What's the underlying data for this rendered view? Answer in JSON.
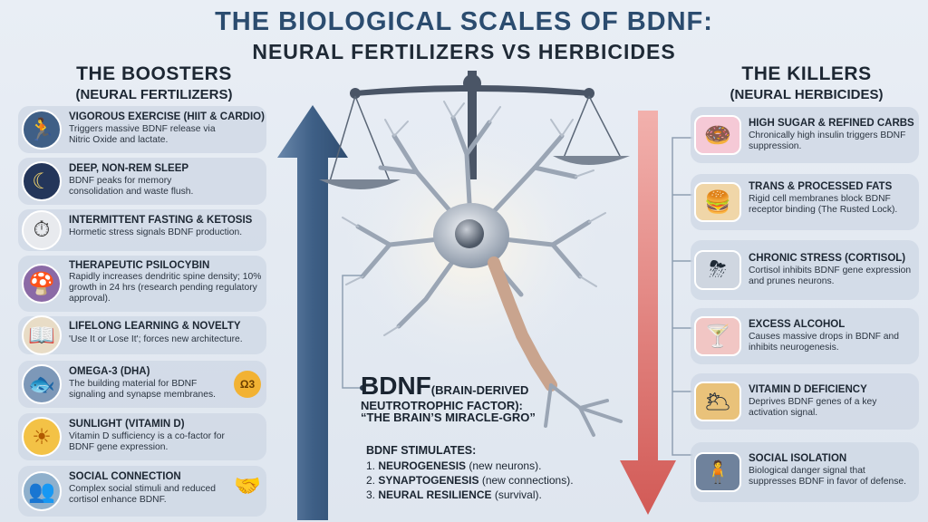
{
  "title": {
    "line1": "THE BIOLOGICAL SCALES OF BDNF:",
    "line2": "NEURAL FERTILIZERS VS HERBICIDES"
  },
  "boosters": {
    "heading": "THE BOOSTERS",
    "subheading": "(NEURAL FERTILIZERS)",
    "items": [
      {
        "title": "VIGOROUS EXERCISE (HIIT & CARDIO)",
        "desc": "Triggers massive BDNF release via Nitric Oxide and lactate.",
        "icon": "runner-icon"
      },
      {
        "title": "DEEP, NON-REM SLEEP",
        "desc": "BDNF peaks for memory consolidation and waste flush.",
        "icon": "moon-icon"
      },
      {
        "title": "INTERMITTENT FASTING & KETOSIS",
        "desc": "Hormetic stress signals BDNF production.",
        "icon": "stopwatch-icon"
      },
      {
        "title": "THERAPEUTIC PSILOCYBIN",
        "desc": "Rapidly increases dendritic spine density; 10% growth in 24 hrs (research pending regulatory approval).",
        "icon": "mushroom-icon"
      },
      {
        "title": "LIFELONG LEARNING & NOVELTY",
        "desc": "'Use It or Lose It'; forces new architecture.",
        "icon": "book-icon"
      },
      {
        "title": "OMEGA-3 (DHA)",
        "desc": "The building material for BDNF signaling and synapse membranes.",
        "icon": "fish-icon",
        "badge": "Ω3"
      },
      {
        "title": "SUNLIGHT (VITAMIN D)",
        "desc": "Vitamin D sufficiency is a co-factor for BDNF gene expression.",
        "icon": "sun-icon"
      },
      {
        "title": "SOCIAL CONNECTION",
        "desc": "Complex social stimuli and reduced cortisol enhance BDNF.",
        "icon": "people-icon"
      }
    ]
  },
  "killers": {
    "heading": "THE KILLERS",
    "subheading": "(NEURAL HERBICIDES)",
    "items": [
      {
        "title": "HIGH SUGAR & REFINED CARBS",
        "desc": "Chronically high insulin triggers BDNF suppression.",
        "icon": "donut-icon"
      },
      {
        "title": "TRANS & PROCESSED FATS",
        "desc": "Rigid cell membranes block BDNF receptor binding (The Rusted Lock).",
        "icon": "burger-icon"
      },
      {
        "title": "CHRONIC STRESS (CORTISOL)",
        "desc": "Cortisol inhibits BDNF gene expression and prunes neurons.",
        "icon": "storm-cloud-icon"
      },
      {
        "title": "EXCESS ALCOHOL",
        "desc": "Causes massive drops in BDNF and inhibits neurogenesis.",
        "icon": "cocktail-icon"
      },
      {
        "title": "VITAMIN D DEFICIENCY",
        "desc": "Deprives BDNF genes of a key activation signal.",
        "icon": "dim-sun-icon"
      },
      {
        "title": "SOCIAL ISOLATION",
        "desc": "Biological danger signal that suppresses BDNF in favor of defense.",
        "icon": "isolated-person-icon"
      }
    ]
  },
  "center": {
    "bdnf": "BDNF",
    "paren": "(BRAIN-DERIVED",
    "line2": "NEUTROTROPHIC FACTOR):",
    "line3": "“THE BRAIN’S MIRACLE-GRO”",
    "stimulates": "BDNF STIMULATES:",
    "list": [
      {
        "num": "1.",
        "bold": "NEUROGENESIS",
        "rest": " (new neurons)."
      },
      {
        "num": "2.",
        "bold": "SYNAPTOGENESIS",
        "rest": " (new connections)."
      },
      {
        "num": "3.",
        "bold": "NEURAL RESILIENCE",
        "rest": " (survival)."
      }
    ]
  },
  "colors": {
    "up_arrow": "#3e5f86",
    "down_arrow": "#d25a56",
    "title": "#2b4c6f"
  }
}
